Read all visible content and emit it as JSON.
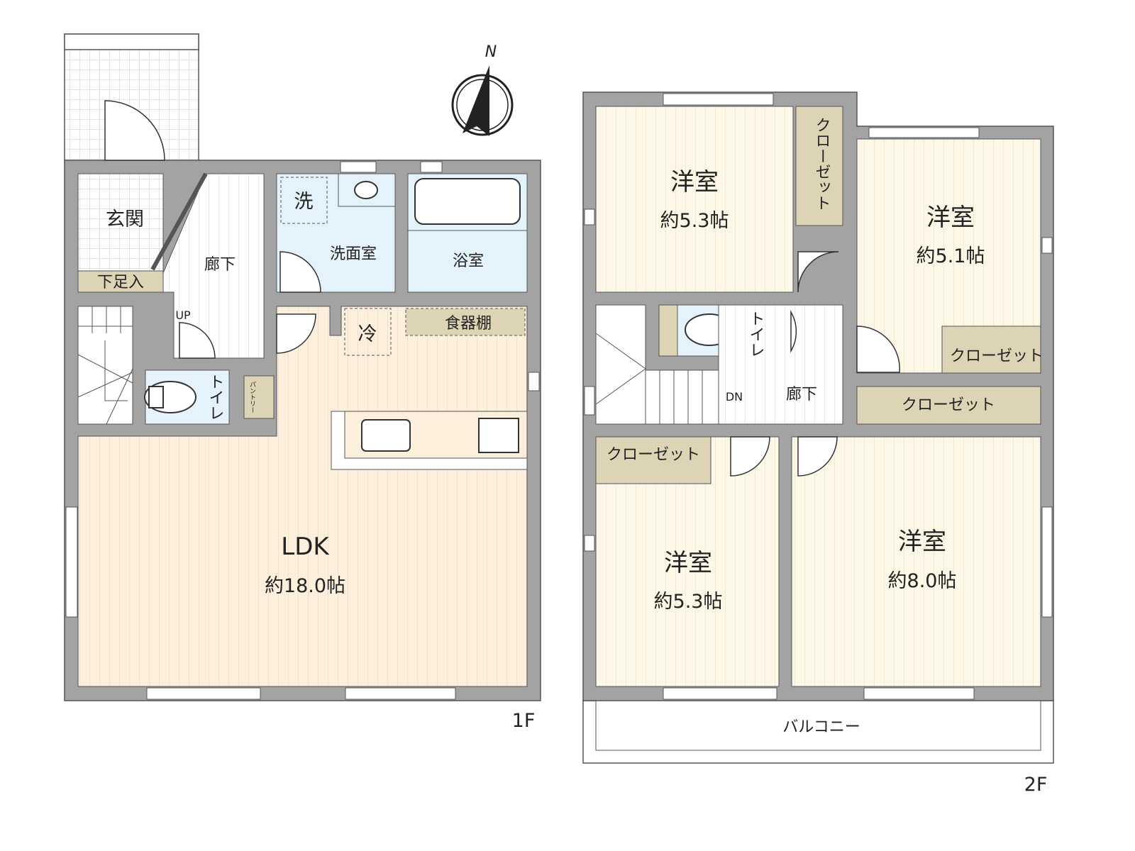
{
  "floors": {
    "first": {
      "label": "1F",
      "rooms": {
        "entrance": "玄関",
        "shoe_storage": "下足入",
        "hallway": "廊下",
        "up": "UP",
        "toilet": "トイレ",
        "pantry": "パントリー",
        "washroom": "洗面室",
        "washer": "洗",
        "bathroom": "浴室",
        "fridge": "冷",
        "cupboard": "食器棚",
        "ldk_name": "LDK",
        "ldk_size": "約18.0帖"
      }
    },
    "second": {
      "label": "2F",
      "rooms": {
        "room_nw_name": "洋室",
        "room_nw_size": "約5.3帖",
        "room_ne_name": "洋室",
        "room_ne_size": "約5.1帖",
        "room_sw_name": "洋室",
        "room_sw_size": "約5.3帖",
        "room_se_name": "洋室",
        "room_se_size": "約8.0帖",
        "closet_1": "クローゼット",
        "closet_2": "クローゼット",
        "closet_3": "クローゼット",
        "closet_4": "クローゼット",
        "toilet": "トイレ",
        "hallway": "廊下",
        "down": "DN",
        "balcony": "バルコニー"
      }
    }
  },
  "compass": {
    "north_label": "N"
  },
  "colors": {
    "wall": "#a3a3a3",
    "ldk_floor": "#fcefdc",
    "bedroom_floor": "#fcf7e6",
    "wet_area": "#e4f2fb",
    "storage": "#ddd4b6"
  }
}
